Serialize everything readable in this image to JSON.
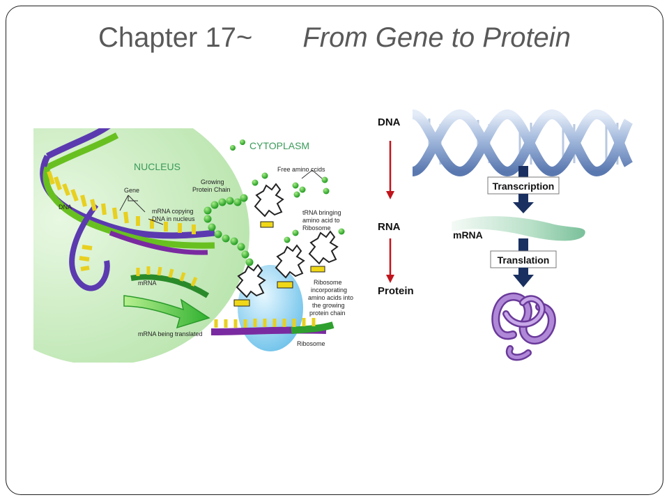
{
  "slide": {
    "title_part_a": "Chapter 17~",
    "title_part_b": "From Gene to Protein"
  },
  "left_figure": {
    "nucleus": "NUCLEUS",
    "cytoplasm": "CYTOPLASM",
    "dna": "DNA",
    "gene": "Gene",
    "mrna_copying_1": "mRNA copying",
    "mrna_copying_2": "DNA in nucleus",
    "growing_1": "Growing",
    "growing_2": "Protein Chain",
    "free_amino": "Free amino ccids",
    "trna_1": "tRNA bringing",
    "trna_2": "amino acid to",
    "trna_3": "Ribosome",
    "mrna": "mRNA",
    "ribo_1": "Ribosome",
    "ribo_2": "incorporating",
    "ribo_3": "amino acids into",
    "ribo_4": "the growing",
    "ribo_5": "protein chain",
    "mrna_translated": "mRNA being translated",
    "ribosome": "Ribosome"
  },
  "right_figure": {
    "dna": "DNA",
    "rna": "RNA",
    "protein": "Protein",
    "transcription": "Transcription",
    "mrna": "mRNA",
    "translation": "Translation"
  },
  "colors": {
    "title": "#595959",
    "frame": "#1e1e1e",
    "nucleus_green": "#c9ecc0",
    "ribosome_blue": "#8fd0f0",
    "amino_green": "#33b833",
    "red_arrow": "#c0141c",
    "navy_arrow": "#1a3060",
    "dna_blue": "#7f9cc8",
    "protein_purple": "#9a6ac0"
  }
}
